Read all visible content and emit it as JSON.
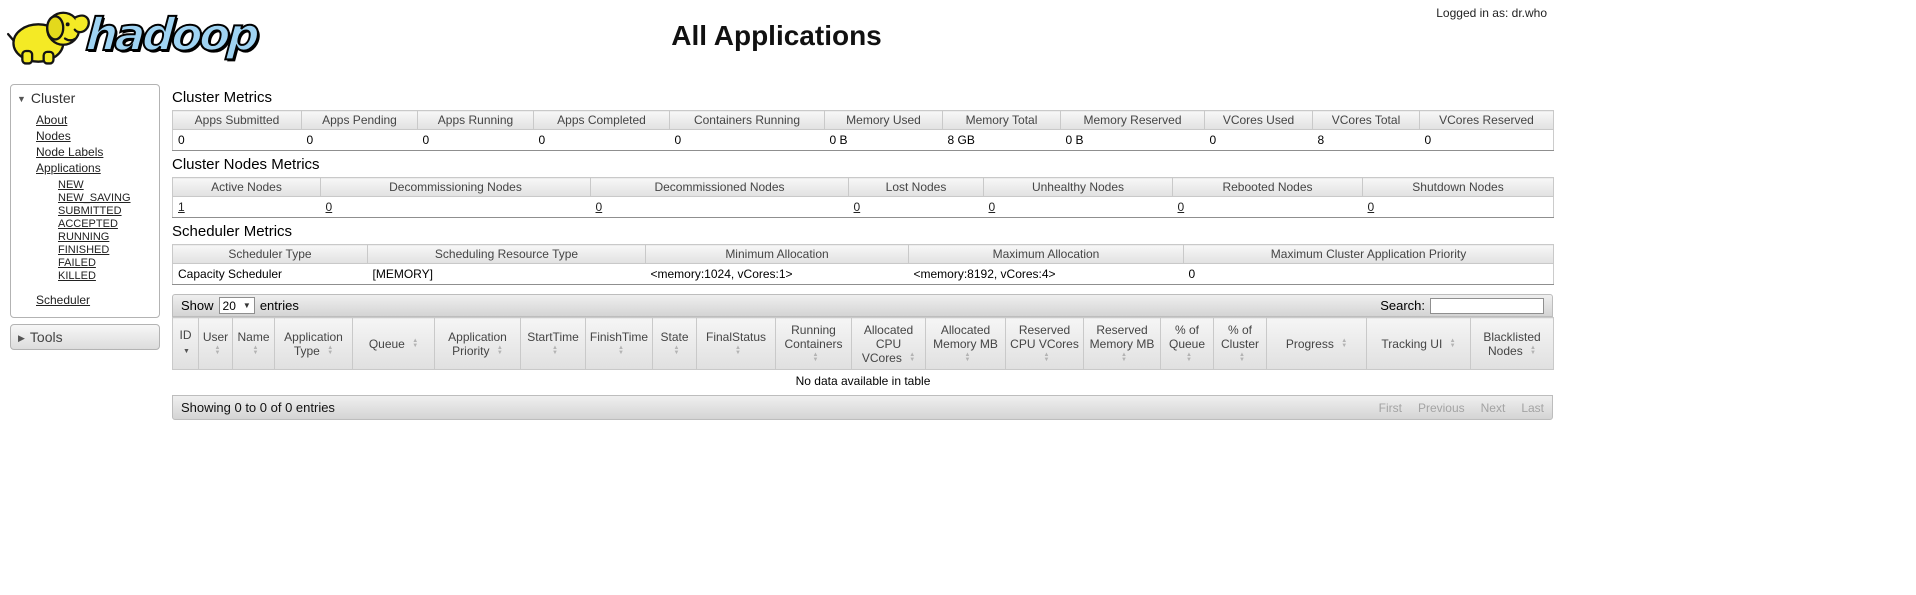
{
  "header": {
    "logo_text": "hadoop",
    "title": "All Applications",
    "logged_in_as": "Logged in as: dr.who"
  },
  "sidebar": {
    "cluster_heading": "Cluster",
    "tools_heading": "Tools",
    "links": [
      "About",
      "Nodes",
      "Node Labels",
      "Applications"
    ],
    "app_states": [
      "NEW",
      "NEW_SAVING",
      "SUBMITTED",
      "ACCEPTED",
      "RUNNING",
      "FINISHED",
      "FAILED",
      "KILLED"
    ],
    "scheduler_link": "Scheduler"
  },
  "cluster_metrics": {
    "heading": "Cluster Metrics",
    "columns": [
      "Apps Submitted",
      "Apps Pending",
      "Apps Running",
      "Apps Completed",
      "Containers Running",
      "Memory Used",
      "Memory Total",
      "Memory Reserved",
      "VCores Used",
      "VCores Total",
      "VCores Reserved"
    ],
    "values": [
      "0",
      "0",
      "0",
      "0",
      "0",
      "0 B",
      "8 GB",
      "0 B",
      "0",
      "8",
      "0"
    ]
  },
  "cluster_nodes_metrics": {
    "heading": "Cluster Nodes Metrics",
    "columns": [
      "Active Nodes",
      "Decommissioning Nodes",
      "Decommissioned Nodes",
      "Lost Nodes",
      "Unhealthy Nodes",
      "Rebooted Nodes",
      "Shutdown Nodes"
    ],
    "values": [
      "1",
      "0",
      "0",
      "0",
      "0",
      "0",
      "0"
    ]
  },
  "scheduler_metrics": {
    "heading": "Scheduler Metrics",
    "columns": [
      "Scheduler Type",
      "Scheduling Resource Type",
      "Minimum Allocation",
      "Maximum Allocation",
      "Maximum Cluster Application Priority"
    ],
    "values": [
      "Capacity Scheduler",
      "[MEMORY]",
      "<memory:1024, vCores:1>",
      "<memory:8192, vCores:4>",
      "0"
    ]
  },
  "table_controls": {
    "show_label": "Show",
    "page_size": "20",
    "entries_label": "entries",
    "search_label": "Search:",
    "search_value": ""
  },
  "apps_table": {
    "columns": [
      "ID",
      "User",
      "Name",
      "Application Type",
      "Queue",
      "Application Priority",
      "StartTime",
      "FinishTime",
      "State",
      "FinalStatus",
      "Running Containers",
      "Allocated CPU VCores",
      "Allocated Memory MB",
      "Reserved CPU VCores",
      "Reserved Memory MB",
      "% of Queue",
      "% of Cluster",
      "Progress",
      "Tracking UI",
      "Blacklisted Nodes"
    ],
    "empty_message": "No data available in table"
  },
  "table_footer": {
    "showing_text": "Showing 0 to 0 of 0 entries",
    "pagination": [
      "First",
      "Previous",
      "Next",
      "Last"
    ]
  },
  "colors": {
    "logo_blue": "#9fd3f2",
    "elephant_yellow": "#f4ea25",
    "link": "#222222",
    "toolbar_gray": "#d4d4d4",
    "disabled_text": "#a3a3a3"
  }
}
